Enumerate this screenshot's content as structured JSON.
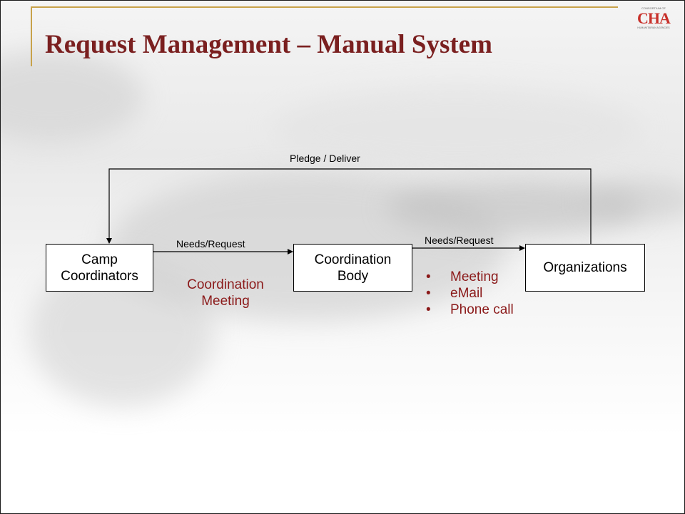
{
  "slide": {
    "title": "Request Management – Manual System",
    "logo": {
      "top_text": "CONSORTIUM OF",
      "main_text": "CHA",
      "bottom_text": "HUMANITARIAN AGENCIES"
    }
  },
  "diagram": {
    "nodes": {
      "camp": {
        "line1": "Camp",
        "line2": "Coordinators"
      },
      "coordination": {
        "line1": "Coordination",
        "line2": "Body"
      },
      "organizations": {
        "label": "Organizations"
      }
    },
    "edges": {
      "camp_to_coordination": "Needs/Request",
      "coordination_to_organizations": "Needs/Request",
      "organizations_to_camp": "Pledge / Deliver"
    },
    "coordination_meeting": {
      "line1": "Coordination",
      "line2": "Meeting"
    },
    "channels": [
      {
        "label": "Meeting",
        "color": "#8b1a1a"
      },
      {
        "label": "eMail",
        "color": "#8b1a1a"
      },
      {
        "label": "Phone call",
        "color": "#8b1a1a"
      }
    ]
  },
  "colors": {
    "title": "#7a1f1f",
    "accent_line": "#c8a24a",
    "highlight_text": "#8b1a1a",
    "logo": "#c8302a"
  }
}
